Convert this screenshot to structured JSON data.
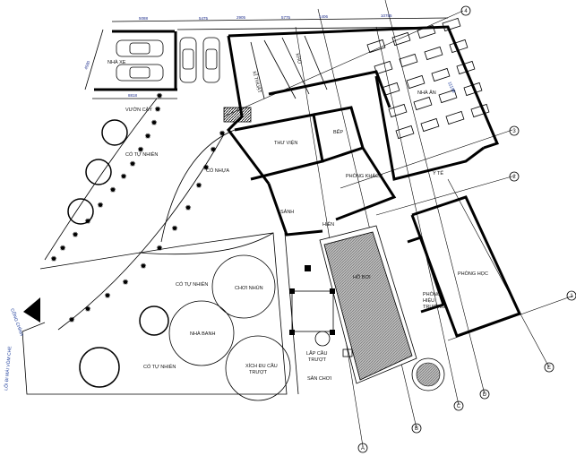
{
  "title": "Site floor plan - kindergarten",
  "dimensions": {
    "top": [
      "5088",
      "5475",
      "2905",
      "5775",
      "1406",
      "10785"
    ],
    "parking_side": "4580",
    "parking_bottom": "8818",
    "canteen": "11198"
  },
  "rooms": {
    "parking": "NHÀ XE",
    "garden": "VƯỜN CÂY",
    "natural_grass_1": "CỎ TỰ NHIÊN",
    "artificial_grass": "CỎ NHỰA",
    "library": "THƯ VIỆN",
    "kitchen": "BẾP",
    "reception": "PHÒNG KHÁCH",
    "lobby": "SẢNH",
    "porch": "HIÊN",
    "canteen": "NHÀ ĂN",
    "medical": "Y TẾ",
    "classroom": "PHÒNG HỌC",
    "principal_line1": "PHÒNG",
    "principal_line2": "HIỆU",
    "principal_line3": "TRƯỞNG",
    "pool": "HỒ BƠI",
    "technical": "KĨ THUẬT",
    "storage": "KHO",
    "natural_grass_2": "CỎ TỰ NHIÊN",
    "bounce": "CHƠI NHÚN",
    "ball_house": "NHÀ BANH",
    "natural_grass_3": "CỎ TỰ NHIÊN",
    "swing_line1": "XÍCH ĐU CẦU",
    "swing_line2": "TRƯỢT",
    "slide_line1": "LẮP CẦU",
    "slide_line2": "TRƯỢT",
    "playground": "SÂN CHƠI",
    "main_gate": "CỔNG CHÍNH",
    "covered_walkway": "LỐI ĐI MÁI VÒM CHE"
  },
  "axes": {
    "a": "A",
    "b": "B",
    "c": "C",
    "d": "D",
    "e": "E",
    "n1": "1",
    "n2": "2",
    "n3": "3",
    "n4": "4"
  }
}
